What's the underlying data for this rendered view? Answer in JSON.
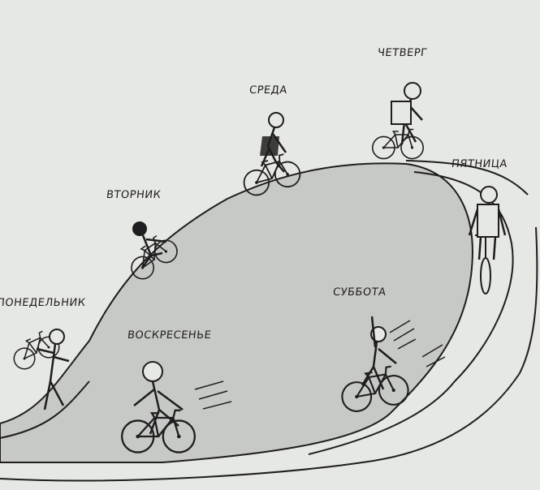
{
  "days": {
    "monday": "ПОНЕДЕЛЬНИК",
    "tuesday": "ВТОРНИК",
    "wednesday": "СРЕДА",
    "thursday": "ЧЕТВЕРГ",
    "friday": "ПЯТНИЦА",
    "saturday": "СУББОТА",
    "sunday": "ВОСКРЕСЕНЬЕ"
  },
  "palette": {
    "background": "#e6e8e4",
    "hill": "#c7c9c6",
    "ink": "#1e1e1e"
  },
  "icons": [
    "bicycle-icon",
    "cyclist-icon",
    "hill-track"
  ]
}
